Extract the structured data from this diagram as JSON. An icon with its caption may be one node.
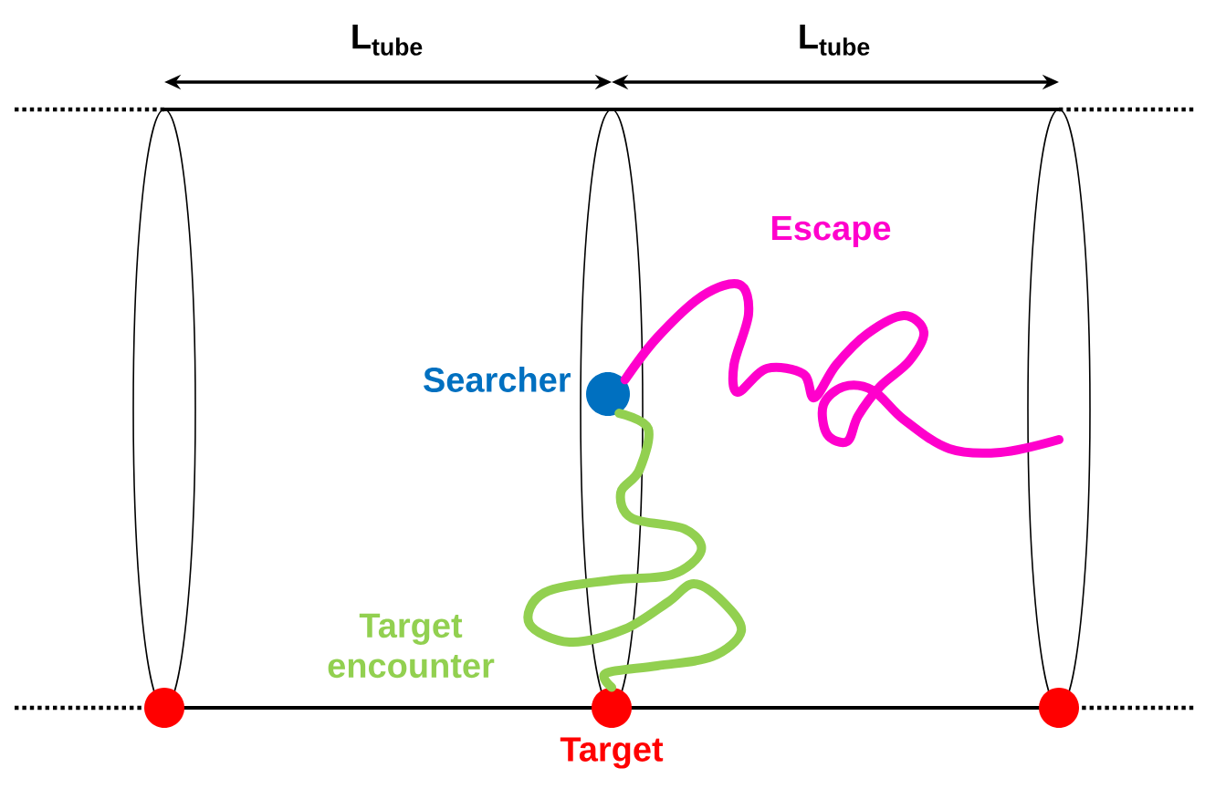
{
  "diagram": {
    "nodes": [
      {
        "text": [],
        "shape": "circle",
        "beside": [
          "Searcher"
        ]
      },
      {
        "text": [],
        "shape": "circle"
      },
      {
        "text": [],
        "shape": "circle",
        "beside": [
          "Target"
        ]
      },
      {
        "text": [],
        "shape": "circle"
      }
    ],
    "edges": [
      {
        "from": 0,
        "to": null,
        "arrow": "none",
        "label": "Escape",
        "color": "#ff00cc"
      },
      {
        "from": 0,
        "to": 2,
        "arrow": "none",
        "label": "Target encounter",
        "color": "#92d050"
      }
    ],
    "labels": [
      "L$_{tube}$",
      "L$_{tube}$"
    ]
  }
}
